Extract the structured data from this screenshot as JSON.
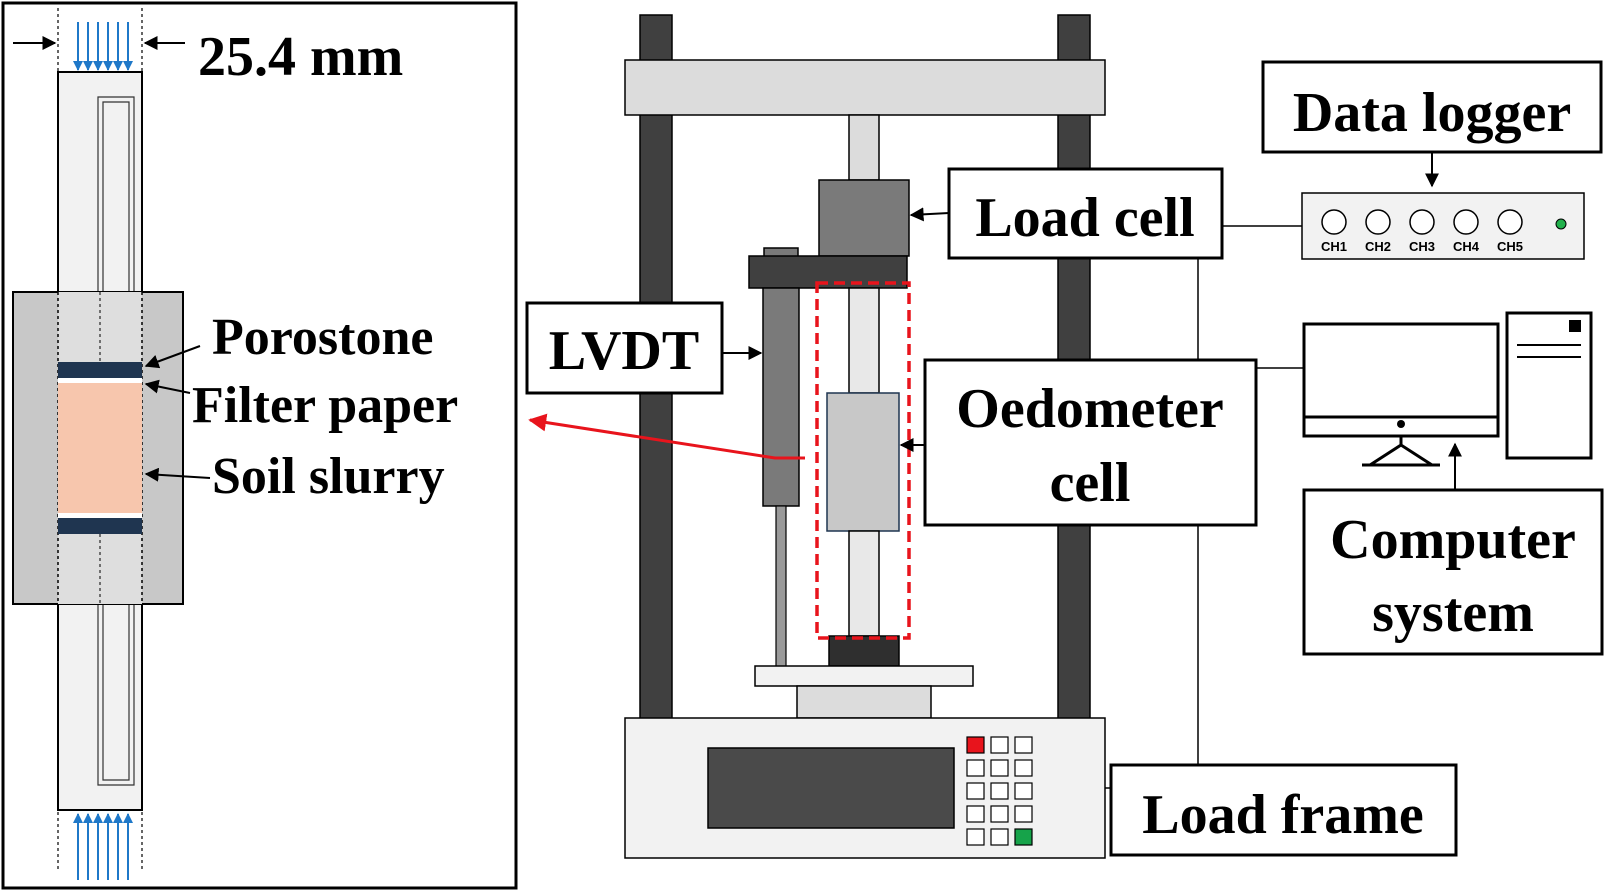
{
  "left_panel": {
    "dimension_label": "25.4 mm",
    "labels": {
      "porostone": "Porostone",
      "filter_paper": "Filter paper",
      "soil_slurry": "Soil slurry"
    }
  },
  "main": {
    "labels": {
      "data_logger": "Data logger",
      "load_cell": "Load cell",
      "lvdt": "LVDT",
      "oedometer_line1": "Oedometer",
      "oedometer_line2": "cell",
      "computer_line1": "Computer",
      "computer_line2": "system",
      "load_frame": "Load frame"
    },
    "channels": [
      "CH1",
      "CH2",
      "CH3",
      "CH4",
      "CH5"
    ]
  },
  "colors": {
    "soil": "#f7c6ad",
    "porostone": "#1f3550",
    "arrow_blue": "#1f78c8",
    "highlight_red": "#e8141c",
    "button_red": "#e8141c",
    "button_green": "#16a34a",
    "led_green": "#22b14c",
    "frame_dark": "#404040"
  }
}
